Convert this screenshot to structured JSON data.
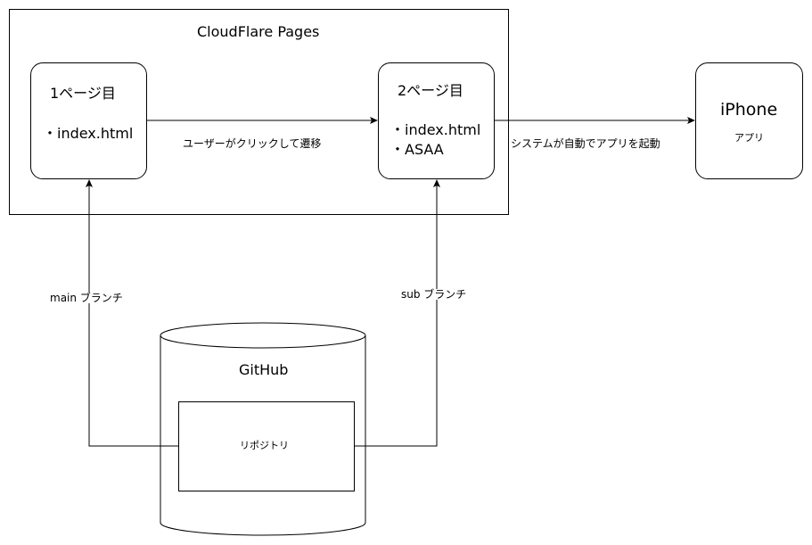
{
  "cloudflare": {
    "title": "CloudFlare Pages"
  },
  "page1": {
    "title": "1ページ目",
    "items": [
      "・index.html"
    ]
  },
  "page2": {
    "title": "2ページ目",
    "items": [
      "・index.html",
      "・ASAA"
    ]
  },
  "iphone": {
    "title": "iPhone",
    "subtitle": "アプリ"
  },
  "github": {
    "title": "GitHub",
    "repo_label": "リポジトリ"
  },
  "edges": {
    "page1_to_page2": "ユーザーがクリックして遷移",
    "page2_to_iphone": "システムが自動でアプリを起動",
    "main_branch": "main ブランチ",
    "sub_branch": "sub ブランチ"
  }
}
